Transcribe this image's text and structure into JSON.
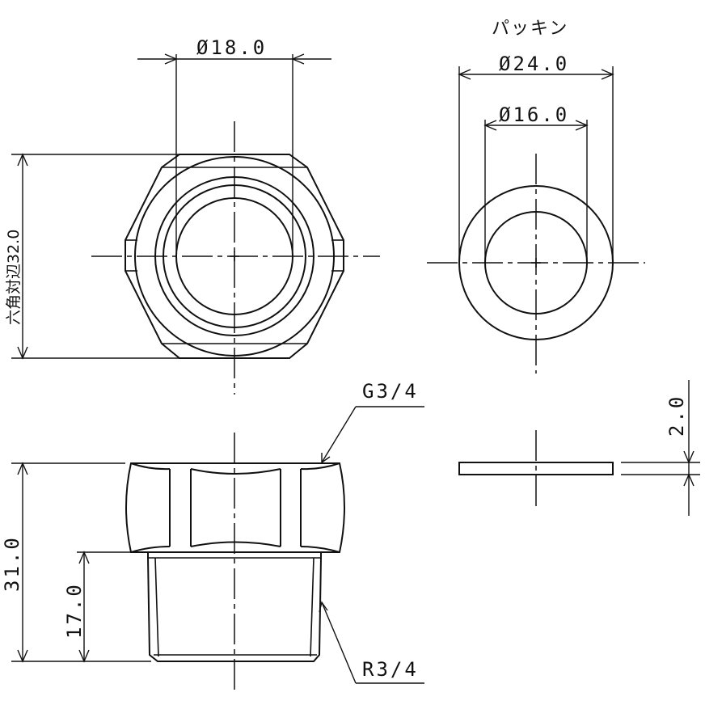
{
  "top_view": {
    "dia_inner": "Ø18.0",
    "hex_across_flats": "六角対辺32.0"
  },
  "packing": {
    "title": "パッキン",
    "dia_outer": "Ø24.0",
    "dia_inner": "Ø16.0",
    "thickness": "2.0"
  },
  "side_view": {
    "thread_top": "G3/4",
    "thread_bottom": "R3/4",
    "height_total": "31.0",
    "height_thread": "17.0"
  }
}
